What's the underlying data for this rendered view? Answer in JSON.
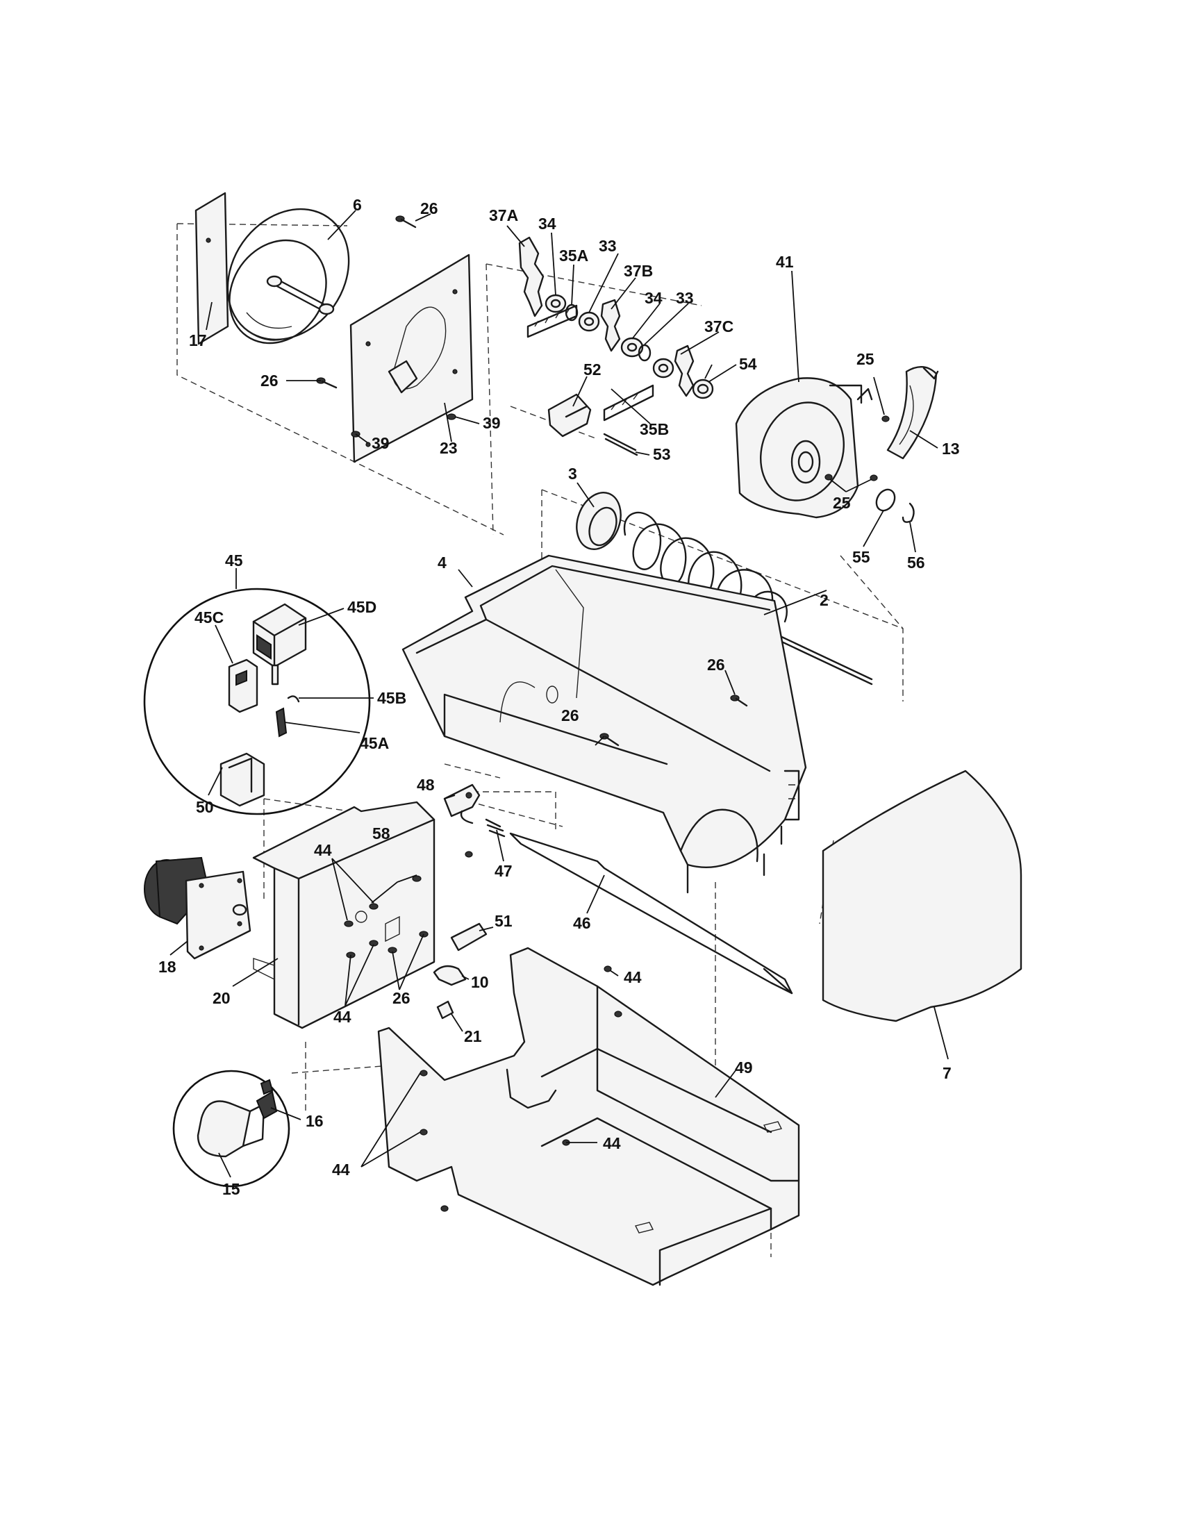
{
  "labels": {
    "p6": "6",
    "p26a": "26",
    "p37a": "37A",
    "p34a": "34",
    "p35a": "35A",
    "p33a": "33",
    "p37b": "37B",
    "p34b": "34",
    "p33b": "33",
    "p37c": "37C",
    "p41": "41",
    "p25a": "25",
    "p17": "17",
    "p26b": "26",
    "p39a": "39",
    "p39b": "39",
    "p23": "23",
    "p52": "52",
    "p35b": "35B",
    "p53": "53",
    "p54": "54",
    "p13": "13",
    "p25b": "25",
    "p3": "3",
    "p55": "55",
    "p56": "56",
    "p45": "45",
    "p45d": "45D",
    "p45c": "45C",
    "p45b": "45B",
    "p45a": "45A",
    "p50": "50",
    "p4": "4",
    "p2": "2",
    "p26c": "26",
    "p26d": "26",
    "p48": "48",
    "p58": "58",
    "p44a": "44",
    "p47": "47",
    "p46": "46",
    "p51": "51",
    "p18": "18",
    "p20": "20",
    "p10": "10",
    "p44b": "44",
    "p26e": "26",
    "p44c": "44",
    "p21": "21",
    "p7": "7",
    "p49": "49",
    "p16": "16",
    "p44d": "44",
    "p15": "15",
    "p44e": "44"
  }
}
